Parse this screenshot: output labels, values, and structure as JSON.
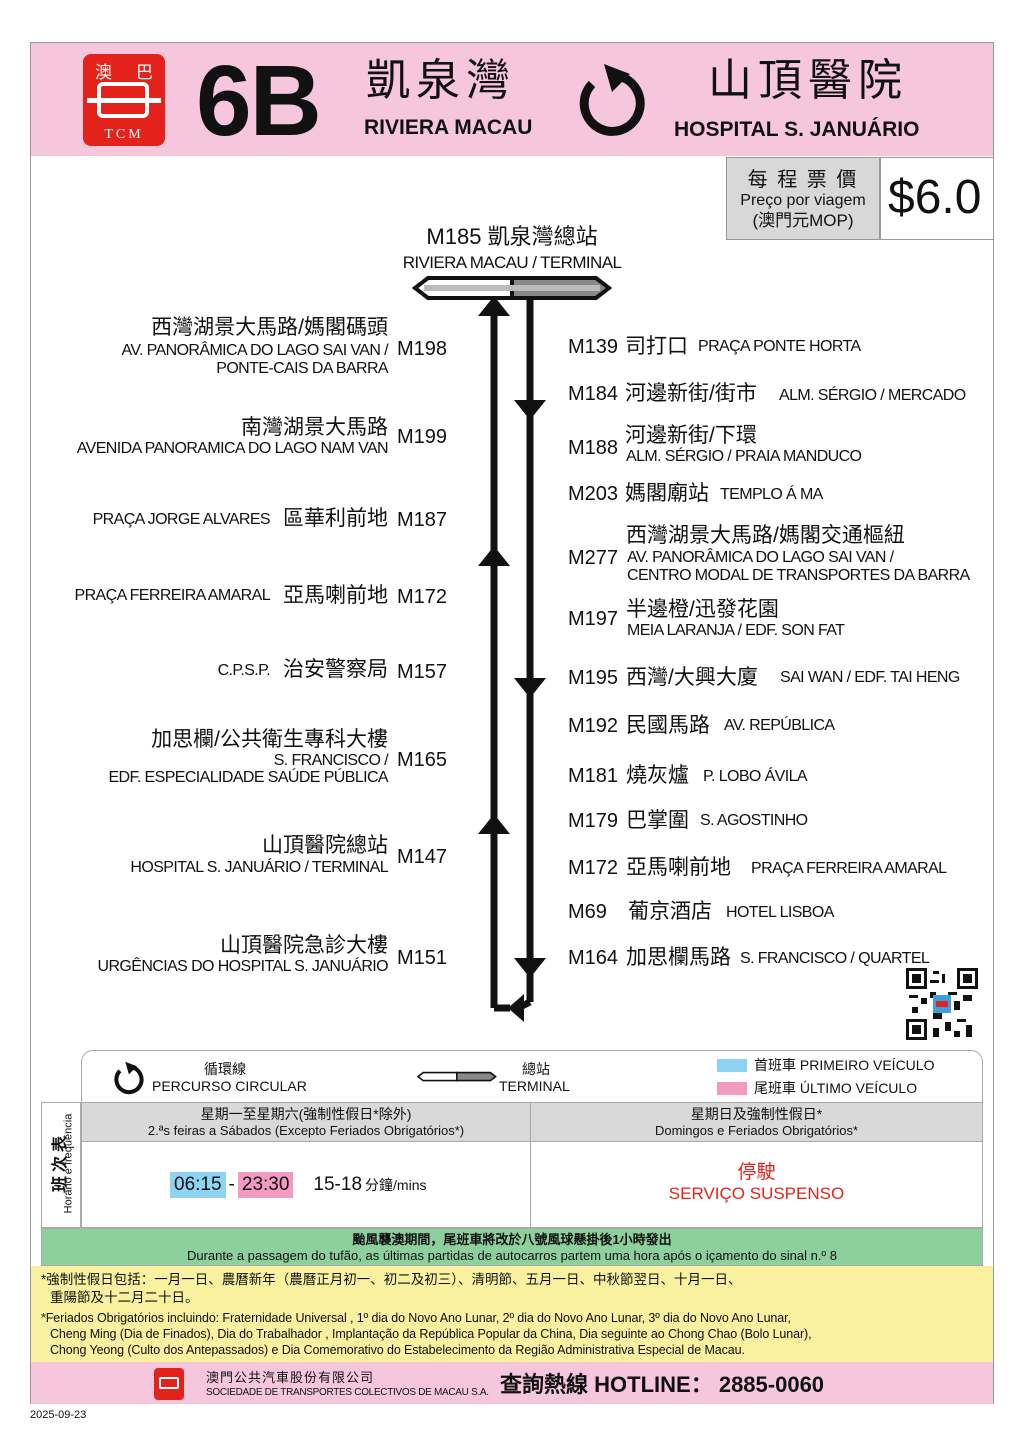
{
  "header": {
    "logo": {
      "chars": [
        "澳",
        "巴"
      ],
      "tcm": "TCM"
    },
    "route_number": "6B",
    "origin_cn": "凱泉灣",
    "origin_pt": "RIVIERA MACAU",
    "circular_icon": "circular-arrow-icon",
    "destination_cn": "山頂醫院",
    "destination_pt": "HOSPITAL S. JANUÁRIO"
  },
  "fare": {
    "label_cn": "每 程 票 價",
    "label_pt": "Preço por viagem",
    "currency": "(澳門元MOP)",
    "price": "$6.0"
  },
  "terminal": {
    "code_cn": "M185 凱泉灣總站",
    "pt": "RIVIERA MACAU / TERMINAL"
  },
  "left_stops": [
    {
      "code": "M198",
      "cn": "西灣湖景大馬路/媽閣碼頭",
      "pt1": "AV. PANORÂMICA DO LAGO SAI VAN /",
      "pt2": "PONTE-CAIS DA BARRA"
    },
    {
      "code": "M199",
      "cn": "南灣湖景大馬路",
      "pt1": "AVENIDA PANORAMICA DO LAGO NAM VAN"
    },
    {
      "code": "M187",
      "cn": "區華利前地",
      "pt_inline": "PRAÇA JORGE ALVARES"
    },
    {
      "code": "M172",
      "cn": "亞馬喇前地",
      "pt_inline": "PRAÇA FERREIRA AMARAL"
    },
    {
      "code": "M157",
      "cn": "治安警察局",
      "pt_inline": "C.P.S.P."
    },
    {
      "code": "M165",
      "cn": "加思欄/公共衛生專科大樓",
      "pt1": "S. FRANCISCO /",
      "pt2": "EDF. ESPECIALIDADE SAÚDE PÚBLICA"
    },
    {
      "code": "M147",
      "cn": "山頂醫院總站",
      "pt1": "HOSPITAL S. JANUÁRIO / TERMINAL"
    },
    {
      "code": "M151",
      "cn": "山頂醫院急診大樓",
      "pt1": "URGÊNCIAS DO HOSPITAL S. JANUÁRIO"
    }
  ],
  "right_stops": [
    {
      "code": "M139",
      "cn": "司打口",
      "pt_inline": "PRAÇA PONTE HORTA"
    },
    {
      "code": "M184",
      "cn": "河邊新街/街市",
      "pt_inline": "ALM. SÉRGIO / MERCADO"
    },
    {
      "code": "M188",
      "cn": "河邊新街/下環",
      "pt1": "ALM. SÉRGIO / PRAIA MANDUCO"
    },
    {
      "code": "M203",
      "cn": "媽閣廟站",
      "pt_inline": "TEMPLO Á MA"
    },
    {
      "code": "M277",
      "cn": "西灣湖景大馬路/媽閣交通樞紐",
      "pt1": "AV. PANORÂMICA DO LAGO SAI VAN /",
      "pt2": "CENTRO MODAL DE TRANSPORTES DA BARRA"
    },
    {
      "code": "M197",
      "cn": "半邊橙/迅發花園",
      "pt1": "MEIA LARANJA / EDF. SON FAT"
    },
    {
      "code": "M195",
      "cn": "西灣/大興大廈",
      "pt_inline": "SAI WAN / EDF. TAI HENG"
    },
    {
      "code": "M192",
      "cn": "民國馬路",
      "pt_inline": "AV. REPÚBLICA"
    },
    {
      "code": "M181",
      "cn": "燒灰爐",
      "pt_inline": "P. LOBO ÁVILA"
    },
    {
      "code": "M179",
      "cn": "巴掌圍",
      "pt_inline": "S. AGOSTINHO"
    },
    {
      "code": "M172",
      "cn": "亞馬喇前地",
      "pt_inline": "PRAÇA FERREIRA AMARAL"
    },
    {
      "code": "M69",
      "cn": "葡京酒店",
      "pt_inline": "HOTEL LISBOA"
    },
    {
      "code": "M164",
      "cn": "加思欄馬路",
      "pt_inline": "S. FRANCISCO / QUARTEL"
    }
  ],
  "legend": {
    "circular_cn": "循環線",
    "circular_pt": "PERCURSO CIRCULAR",
    "terminal_cn": "總站",
    "terminal_pt": "TERMINAL",
    "first_cn": "首班車",
    "first_pt": "PRIMEIRO VEÍCULO",
    "first_color": "#8fd3f2",
    "last_cn": "尾班車",
    "last_pt": "ÚLTIMO VEÍCULO",
    "last_color": "#f39ac2"
  },
  "timetable": {
    "side_cn": "班次表",
    "side_pt": "Horário e frequência",
    "weekday_cn": "星期一至星期六(強制性假日*除外)",
    "weekday_pt": "2.ªs feiras a Sábados (Excepto Feriados Obrigatórios*)",
    "holiday_cn": "星期日及強制性假日*",
    "holiday_pt": "Domingos e Feriados Obrigatórios*",
    "first_time": "06:15",
    "separator": "-",
    "last_time": "23:30",
    "frequency": "15-18",
    "frequency_unit": "分鐘/mins",
    "suspended_cn": "停駛",
    "suspended_pt": "SERVIÇO SUSPENSO"
  },
  "typhoon": {
    "cn": "颱風襲澳期間，尾班車將改於八號風球懸掛後1小時發出",
    "pt": "Durante a passagem do tufão, as últimas partidas de autocarros partem uma hora após o içamento do sinal n.º 8"
  },
  "notes": {
    "cn_line1": "*強制性假日包括：一月一日、農曆新年（農曆正月初一、初二及初三）、清明節、五月一日、中秋節翌日、十月一日、",
    "cn_line2": "重陽節及十二月二十日。",
    "pt_line1": "*Feriados Obrigatórios incluindo: Fraternidade Universal , 1º dia do Novo Ano Lunar, 2º dia do Novo Ano Lunar, 3º dia do Novo Ano Lunar,",
    "pt_line2": "Cheng Ming (Dia de Finados), Dia do Trabalhador , Implantação da República Popular da China, Dia seguinte ao Chong Chao (Bolo Lunar),",
    "pt_line3": "Chong Yeong (Culto dos Antepassados) e Dia Comemorativo do Estabelecimento da Região Administrativa Especial de Macau."
  },
  "footer": {
    "company_cn": "澳門公共汽車股份有限公司",
    "company_pt": "SOCIEDADE DE TRANSPORTES COLECTIVOS DE MACAU S.A.",
    "hotline_cn": "查詢熱線",
    "hotline_label": "HOTLINE：",
    "hotline_number": "2885-0060"
  },
  "date": "2025-09-23",
  "colors": {
    "pink": "#f6c7dc",
    "red": "#e3231b",
    "green": "#8dd09d",
    "yellow": "#f9f0a0",
    "suspend_red": "#e3231b"
  }
}
